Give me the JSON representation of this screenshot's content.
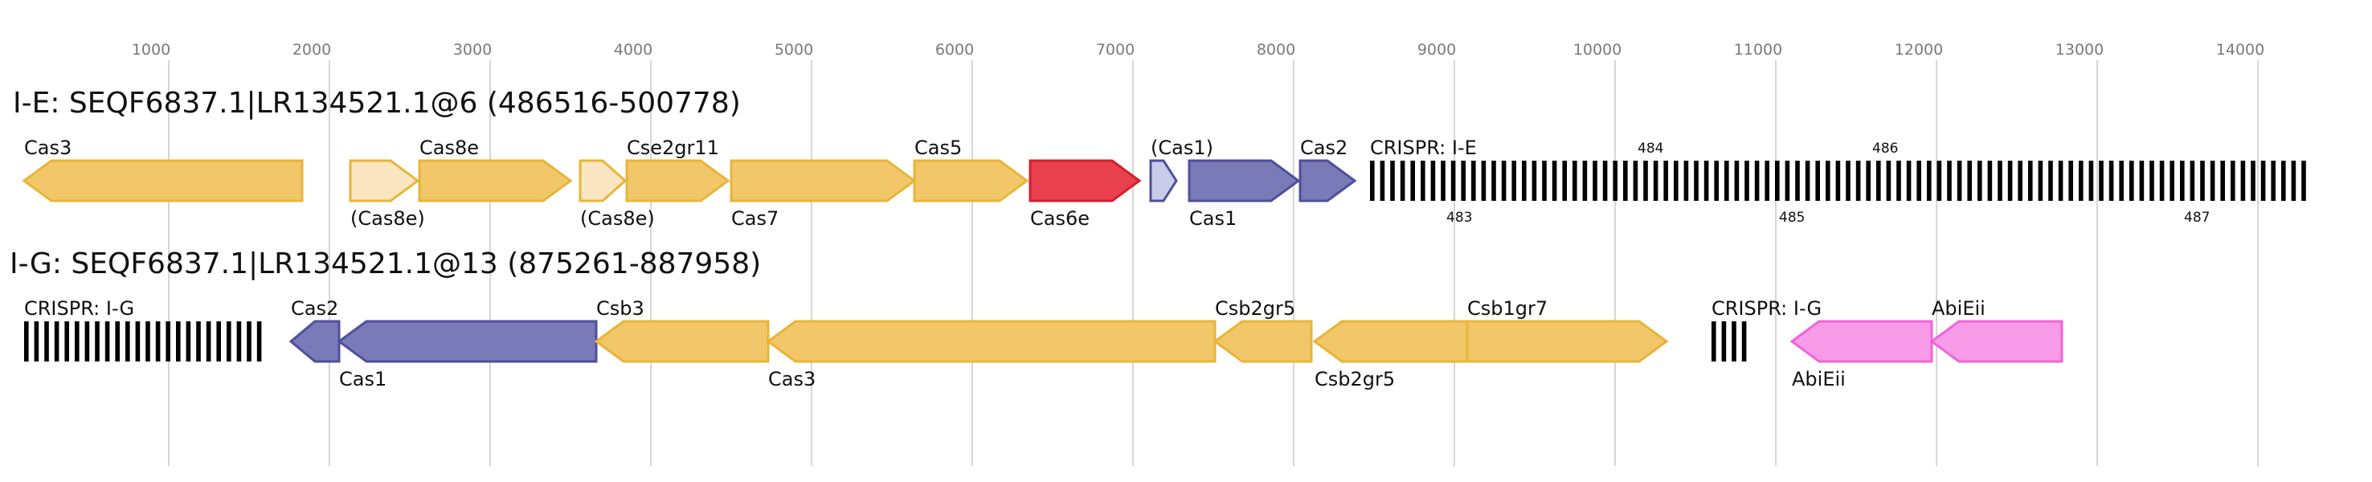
{
  "axis": {
    "ticks": [
      1000,
      2000,
      3000,
      4000,
      5000,
      6000,
      7000,
      8000,
      9000,
      10000,
      11000,
      12000,
      13000,
      14000
    ]
  },
  "colors": {
    "cas_core": "#f2c76a",
    "cas_core_stroke": "#e8b537",
    "cas_partial": "#fbe6c2",
    "cas_adapt": "#7a7ab8",
    "cas_adapt_stroke": "#4f4f99",
    "cas_adapt_partial": "#c8cbe9",
    "cas6e": "#e8414d",
    "cas6e_stroke": "#d0202e",
    "abi": "#f79ae8",
    "abi_stroke": "#ee66d6",
    "grid": "#c8c8c8"
  },
  "tracks": [
    {
      "title": "I-E: SEQF6837.1|LR134521.1@6 (486516-500778)",
      "genes": [
        {
          "label": "Cas3",
          "start": 100,
          "end": 1830,
          "strand": -1,
          "style": "core",
          "label_pos": "above"
        },
        {
          "label": "(Cas8e)",
          "start": 2130,
          "end": 2550,
          "strand": 1,
          "style": "partial",
          "label_pos": "below"
        },
        {
          "label": "Cas8e",
          "start": 2560,
          "end": 3500,
          "strand": 1,
          "style": "core",
          "label_pos": "above"
        },
        {
          "label": "(Cas8e)",
          "start": 3560,
          "end": 3840,
          "strand": 1,
          "style": "partial",
          "label_pos": "below"
        },
        {
          "label": "Cse2gr11",
          "start": 3850,
          "end": 4480,
          "strand": 1,
          "style": "core",
          "label_pos": "above"
        },
        {
          "label": "Cas7",
          "start": 4500,
          "end": 5640,
          "strand": 1,
          "style": "core",
          "label_pos": "below"
        },
        {
          "label": "Cas5",
          "start": 5640,
          "end": 6340,
          "strand": 1,
          "style": "core",
          "label_pos": "above"
        },
        {
          "label": "Cas6e",
          "start": 6360,
          "end": 7040,
          "strand": 1,
          "style": "cas6e",
          "label_pos": "below"
        },
        {
          "label": "(Cas1)",
          "start": 7110,
          "end": 7270,
          "strand": 1,
          "style": "adapt_partial",
          "label_pos": "above"
        },
        {
          "label": "Cas1",
          "start": 7350,
          "end": 8030,
          "strand": 1,
          "style": "adapt",
          "label_pos": "below"
        },
        {
          "label": "Cas2",
          "start": 8040,
          "end": 8380,
          "strand": 1,
          "style": "adapt",
          "label_pos": "above"
        }
      ],
      "crispr": {
        "label": "CRISPR: I-E",
        "start": 8475,
        "end": 14345
      },
      "repeat_numbers": [
        {
          "text": "483",
          "pos": 8950,
          "row": "below"
        },
        {
          "text": "484",
          "pos": 10140,
          "row": "above"
        },
        {
          "text": "485",
          "pos": 11020,
          "row": "below"
        },
        {
          "text": "486",
          "pos": 11600,
          "row": "above"
        },
        {
          "text": "487",
          "pos": 13540,
          "row": "below"
        }
      ]
    },
    {
      "title": "I-G: SEQF6837.1|LR134521.1@13 (875261-887958)",
      "crispr_left": {
        "label": "CRISPR: I-G",
        "start": 100,
        "end": 1620
      },
      "genes": [
        {
          "label": "Cas2",
          "start": 1760,
          "end": 2060,
          "strand": -1,
          "style": "adapt",
          "label_pos": "above"
        },
        {
          "label": "Cas1",
          "start": 2060,
          "end": 3660,
          "strand": -1,
          "style": "adapt",
          "label_pos": "below"
        },
        {
          "label": "Csb3",
          "start": 3660,
          "end": 4730,
          "strand": -1,
          "style": "core",
          "label_pos": "above"
        },
        {
          "label": "Cas3",
          "start": 4730,
          "end": 7510,
          "strand": -1,
          "style": "core",
          "label_pos": "below"
        },
        {
          "label": "Csb2gr5",
          "start": 7510,
          "end": 8110,
          "strand": -1,
          "style": "core",
          "label_pos": "above"
        },
        {
          "label": "Csb2gr5",
          "start": 8130,
          "end": 9080,
          "strand": -1,
          "style": "core",
          "label_pos": "below"
        },
        {
          "label": "Csb1gr7",
          "start": 9080,
          "end": 10320,
          "strand": 1,
          "style": "core",
          "label_pos": "above"
        },
        {
          "label": "AbiEii",
          "start": 11100,
          "end": 11970,
          "strand": -1,
          "style": "abi",
          "label_pos": "below"
        },
        {
          "label": "AbiEii",
          "start": 11970,
          "end": 12780,
          "strand": -1,
          "style": "abi",
          "label_pos": "above"
        }
      ],
      "crispr": {
        "label": "CRISPR: I-G",
        "start": 10600,
        "end": 10860
      }
    }
  ]
}
